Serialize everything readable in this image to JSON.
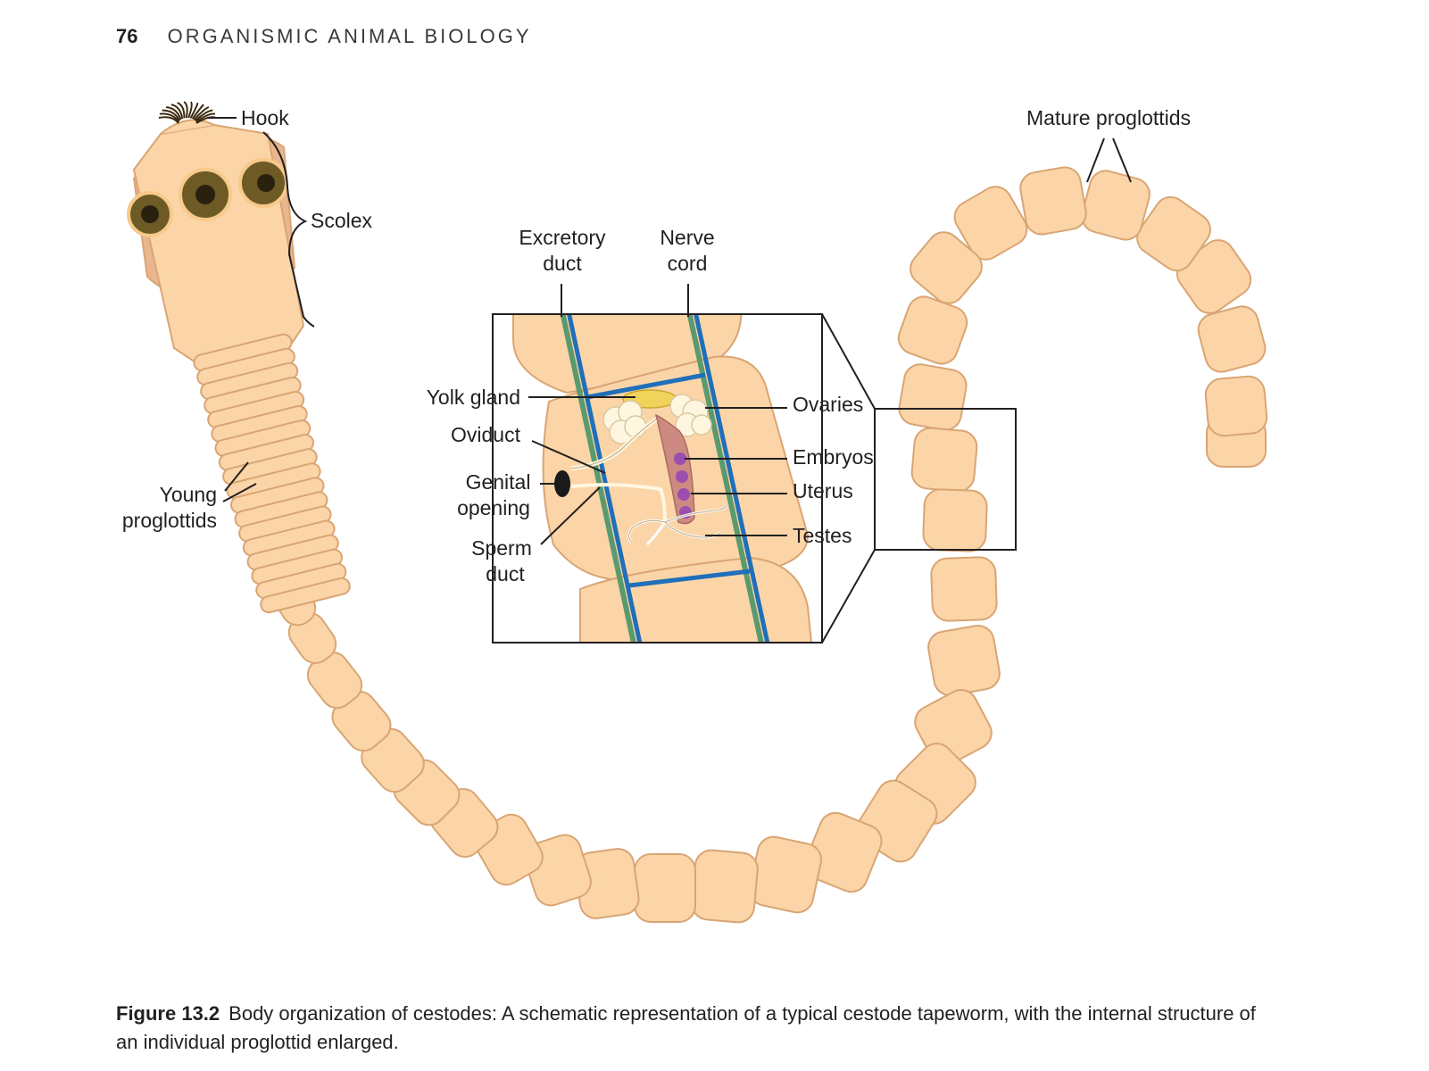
{
  "page": {
    "number": "76",
    "running_head": "ORGANISMIC ANIMAL BIOLOGY"
  },
  "figure": {
    "labels": {
      "hook": "Hook",
      "scolex": "Scolex",
      "young_proglottids_1": "Young",
      "young_proglottids_2": "proglottids",
      "mature_proglottids": "Mature proglottids",
      "excretory_duct_1": "Excretory",
      "excretory_duct_2": "duct",
      "nerve_cord_1": "Nerve",
      "nerve_cord_2": "cord",
      "yolk_gland": "Yolk gland",
      "oviduct": "Oviduct",
      "genital_opening_1": "Genital",
      "genital_opening_2": "opening",
      "sperm_duct_1": "Sperm",
      "sperm_duct_2": "duct",
      "ovaries": "Ovaries",
      "embryos": "Embryos",
      "uterus": "Uterus",
      "testes": "Testes"
    },
    "colors": {
      "body": "#fbd5a7",
      "body_outline": "#d9a574",
      "sucker": "#6e5a24",
      "nerve_cord": "#1f6fba",
      "excretory_duct": "#5a9a6e",
      "yolk_gland": "#f0d35a",
      "embryo": "#9a4fb0",
      "uterus": "#cc8a80"
    }
  },
  "caption": {
    "label": "Figure 13.2",
    "text": "Body organization of cestodes: A schematic representation of a typical cestode tapeworm, with the internal structure of an individual proglottid enlarged."
  }
}
